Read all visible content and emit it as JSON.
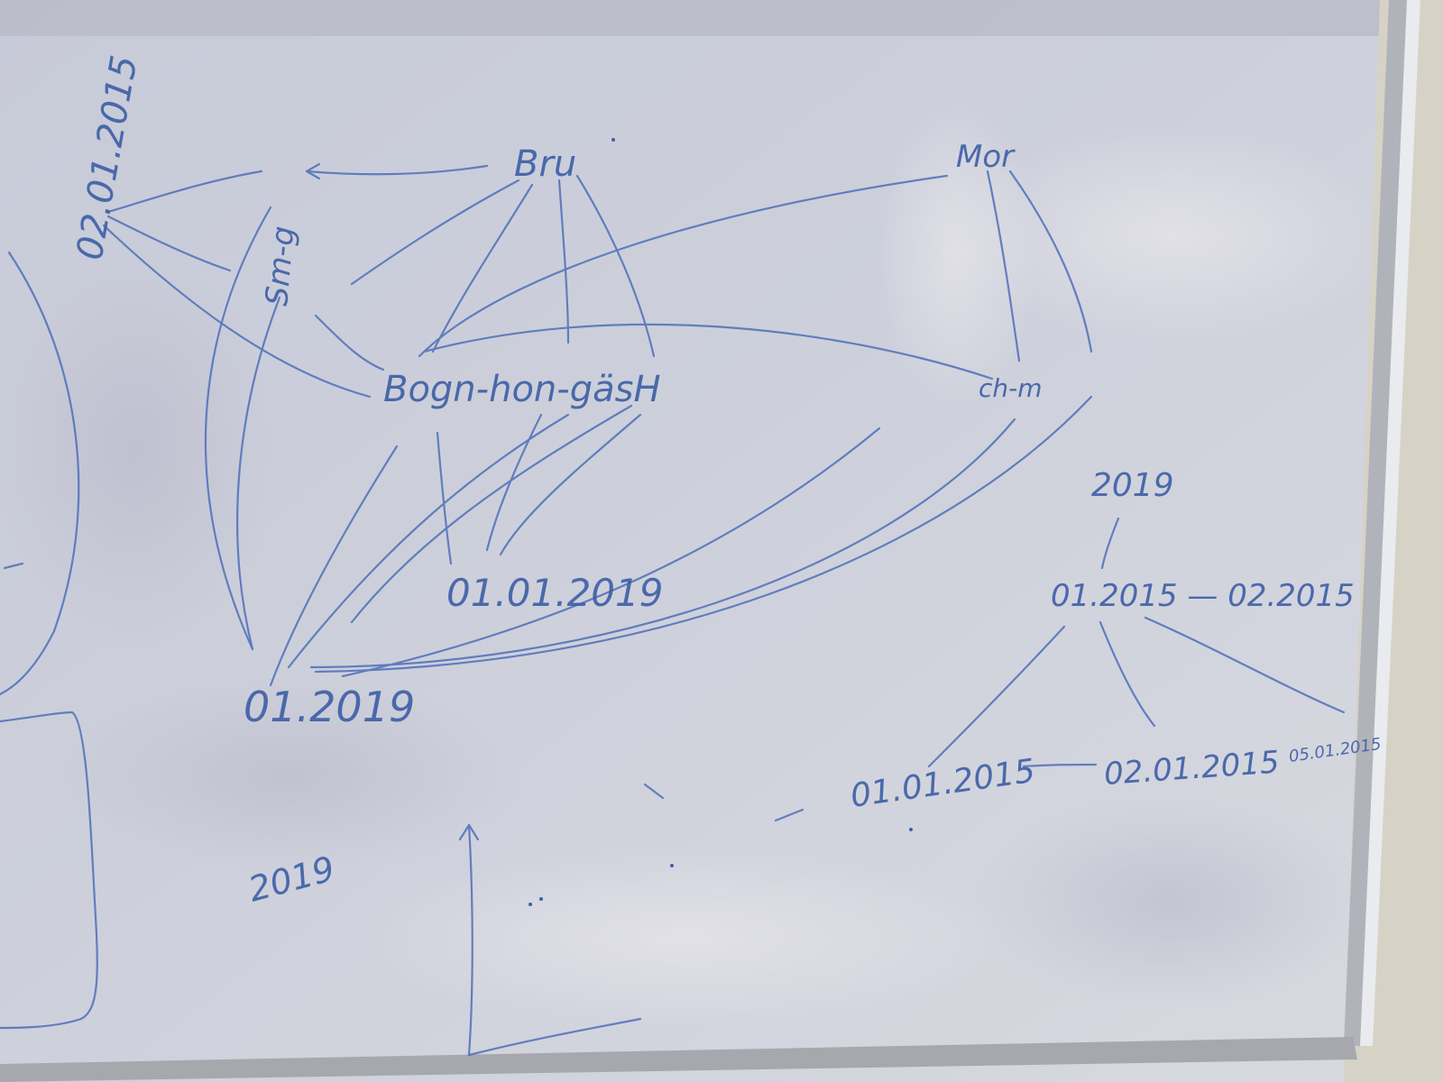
{
  "photo": {
    "subject": "whiteboard",
    "ink_color": "#3f5fa6",
    "board_color": "#c9cdd9",
    "frame_color": "#b9bcc3"
  },
  "scribbles": {
    "left_vertical_date": "02.01.2015",
    "top_word_1": "Bru",
    "top_word_2": "Mor",
    "left_word": "Sm-g",
    "middle_row": "Bogn-hon-gäsH",
    "right_row": "ch-m",
    "date_center": "01.01.2019",
    "date_left_bottom": "01.2019",
    "date_right_top_small": "2019",
    "date_right_row": "01.2015 — 02.2015",
    "date_bottom_row_1": "01.01.2015",
    "date_bottom_row_2": "02.01.2015",
    "date_bottom_row_3": "05.01.2015",
    "bottom_left_small": "2019"
  }
}
